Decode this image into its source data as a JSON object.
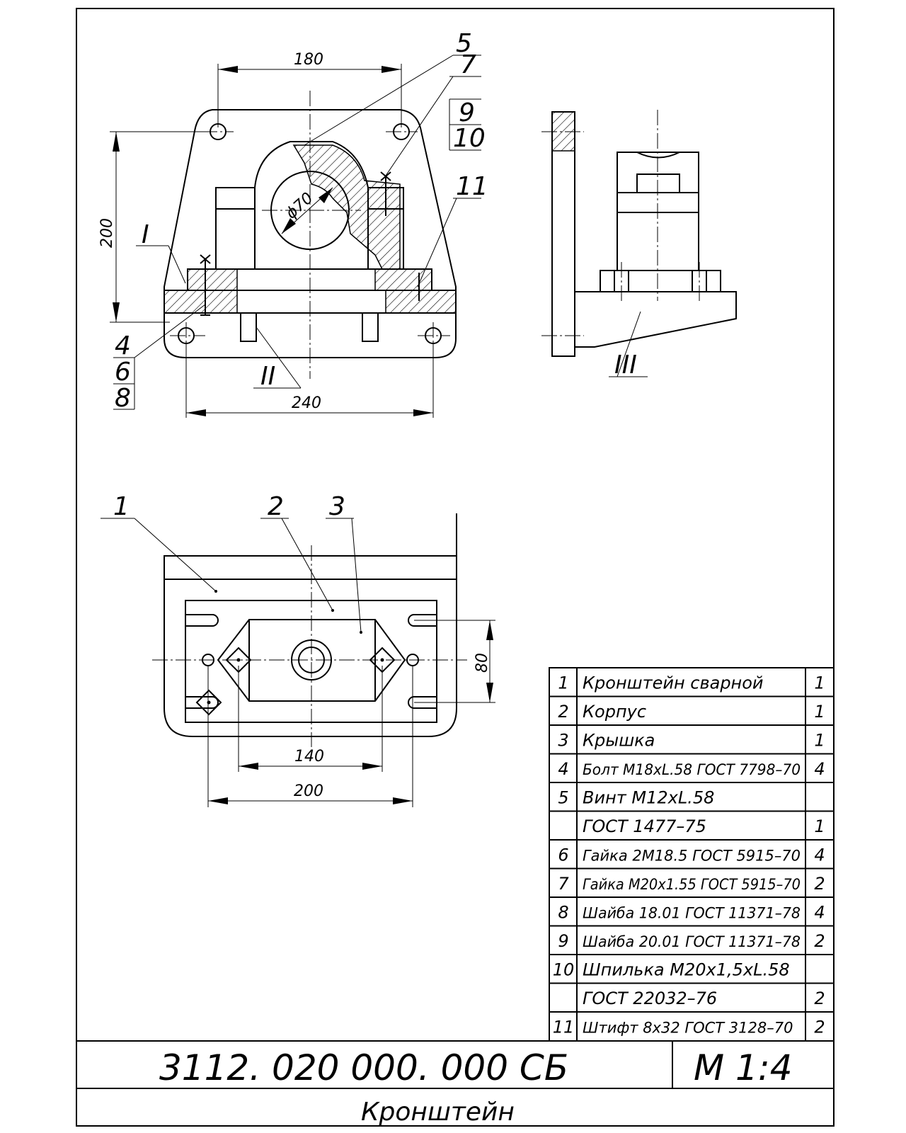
{
  "dimensions": {
    "front_width_top": "180",
    "front_height": "200",
    "bore_diameter": "ϕ70",
    "front_width_bottom": "240",
    "plan_height": "80",
    "plan_width_inner": "140",
    "plan_width_outer": "200"
  },
  "callouts": {
    "item_5": "5",
    "item_7": "7",
    "item_9": "9",
    "item_10": "10",
    "item_11": "11",
    "item_4": "4",
    "item_6": "6",
    "item_8": "8",
    "item_1": "1",
    "item_2": "2",
    "item_3": "3",
    "view_I": "I",
    "view_II": "II",
    "view_III": "III"
  },
  "spec_table": [
    {
      "pos": "1",
      "name": "Кронштейн сварной",
      "qty": "1"
    },
    {
      "pos": "2",
      "name": "Корпус",
      "qty": "1"
    },
    {
      "pos": "3",
      "name": "Крышка",
      "qty": "1"
    },
    {
      "pos": "4",
      "name": "Болт M18xL.58 ГОСТ 7798–70",
      "qty": "4"
    },
    {
      "pos": "5",
      "name": "Винт M12xL.58",
      "qty": ""
    },
    {
      "pos": "",
      "name": "ГОСТ 1477–75",
      "qty": "1"
    },
    {
      "pos": "6",
      "name": "Гайка 2M18.5 ГОСТ 5915–70",
      "qty": "4"
    },
    {
      "pos": "7",
      "name": "Гайка M20x1.55 ГОСТ 5915–70",
      "qty": "2"
    },
    {
      "pos": "8",
      "name": "Шайба 18.01 ГОСТ 11371–78",
      "qty": "4"
    },
    {
      "pos": "9",
      "name": "Шайба 20.01 ГОСТ 11371–78",
      "qty": "2"
    },
    {
      "pos": "10",
      "name": "Шпилька M20x1,5xL.58",
      "qty": ""
    },
    {
      "pos": "",
      "name": "ГОСТ 22032–76",
      "qty": "2"
    },
    {
      "pos": "11",
      "name": "Штифт 8x32 ГОСТ 3128–70",
      "qty": "2"
    }
  ],
  "title_block": {
    "designation": "3112. 020 000. 000 СБ",
    "scale": "M 1:4",
    "name": "Кронштейн"
  }
}
